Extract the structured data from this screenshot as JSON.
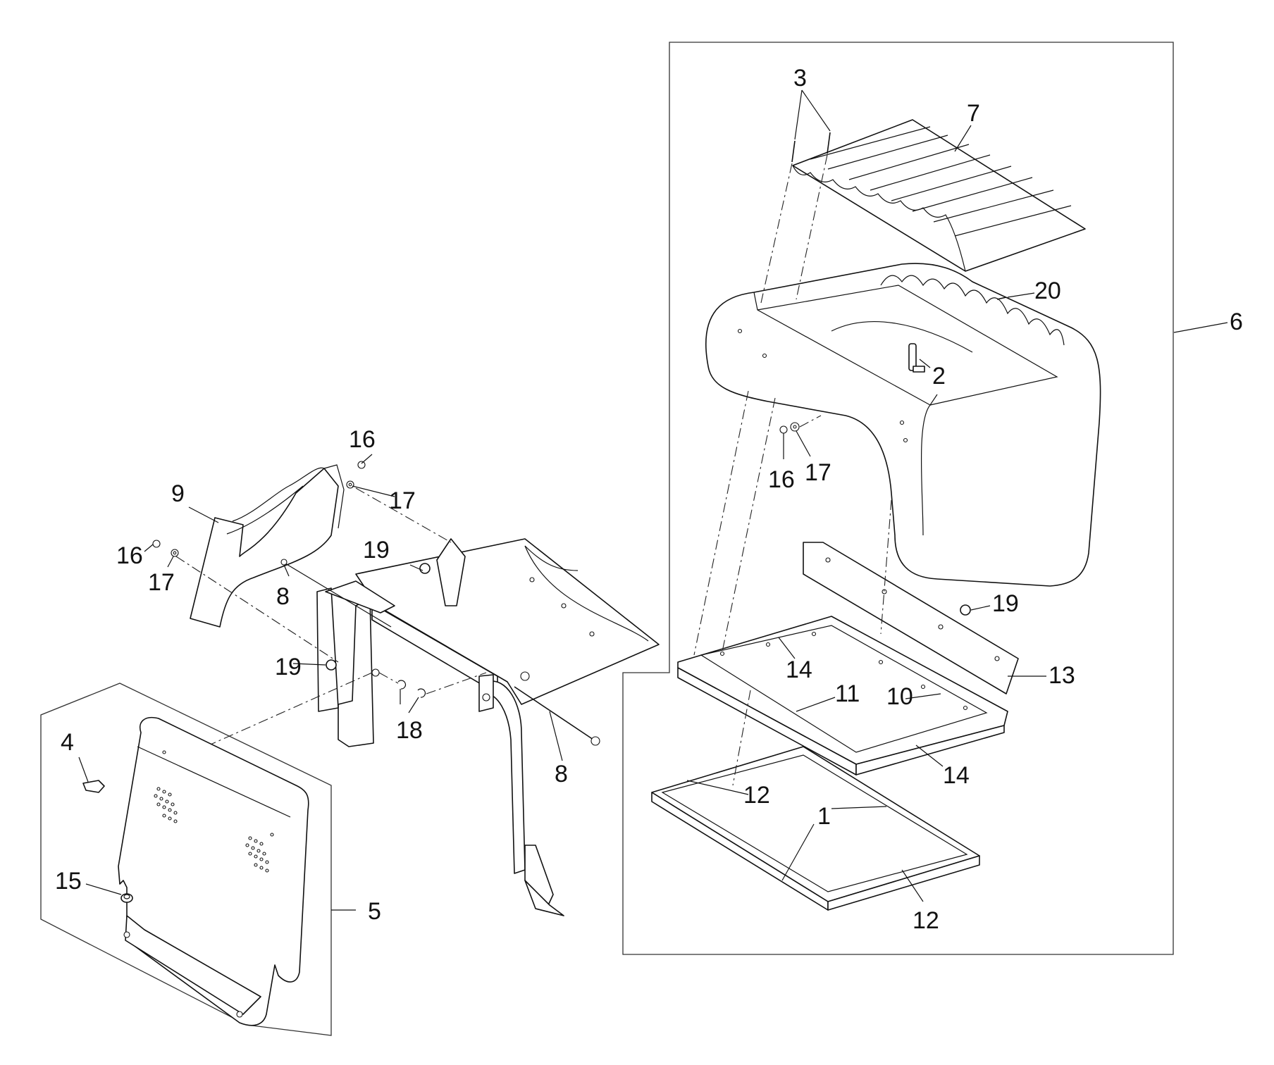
{
  "callouts": {
    "c1": "1",
    "c1b": "1",
    "c2": "2",
    "c3": "3",
    "c4": "4",
    "c5": "5",
    "c6": "6",
    "c7": "7",
    "c8a": "8",
    "c8b": "8",
    "c9": "9",
    "c10": "10",
    "c11": "11",
    "c12a": "12",
    "c12b": "12",
    "c13": "13",
    "c14a": "14",
    "c14b": "14",
    "c15": "15",
    "c16a": "16",
    "c16b": "16",
    "c16c": "16",
    "c17a": "17",
    "c17b": "17",
    "c17c": "17",
    "c18": "18",
    "c19a": "19",
    "c19b": "19",
    "c19c": "19",
    "c20": "20"
  }
}
